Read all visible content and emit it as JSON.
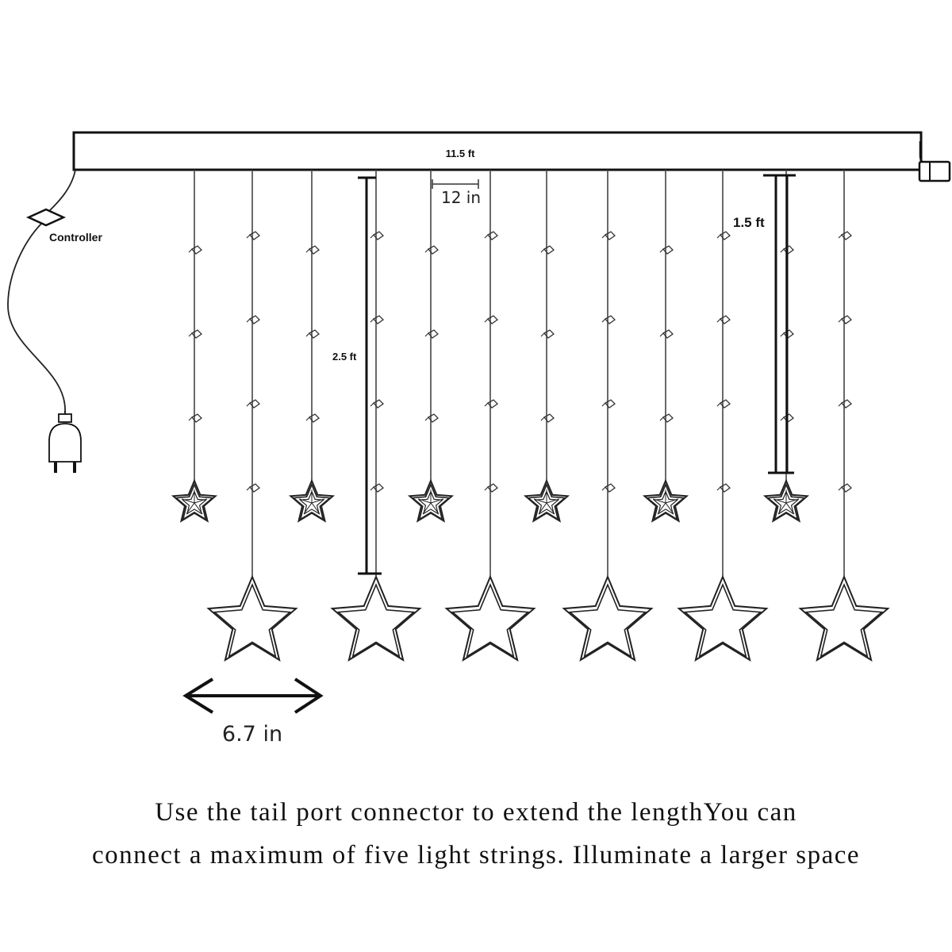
{
  "labels": {
    "top_bar_length": "11.5 ft",
    "spacing": "12 in",
    "short_drop": "1.5 ft",
    "long_drop": "2.5 ft",
    "controller": "Controller",
    "star_width": "6.7 in"
  },
  "caption": {
    "line1": "Use the tail port connector to extend the lengthYou can",
    "line2": "connect a maximum of five light strings. Illuminate a larger space"
  },
  "colors": {
    "line": "#222222",
    "background": "#ffffff"
  }
}
